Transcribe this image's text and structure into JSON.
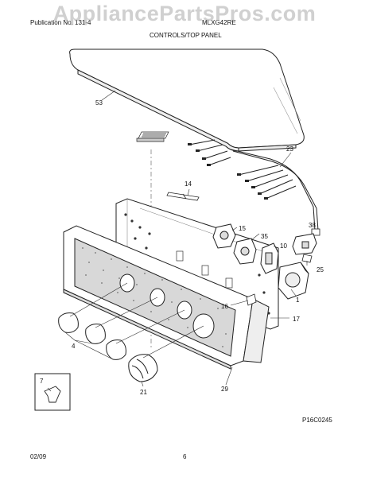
{
  "header": {
    "left_text": "Publication No. 131-4",
    "model_text": "MLXG42RE",
    "section_title": "CONTROLS/TOP PANEL"
  },
  "watermark": "AppliancePartsPros.com",
  "footer": {
    "date": "02/09",
    "page_number": "6",
    "diagram_code": "P16C0245"
  },
  "callouts": [
    {
      "id": "53",
      "label": "53"
    },
    {
      "id": "23",
      "label": "23"
    },
    {
      "id": "14",
      "label": "14"
    },
    {
      "id": "15",
      "label": "15"
    },
    {
      "id": "35",
      "label": "35"
    },
    {
      "id": "38",
      "label": "38"
    },
    {
      "id": "10",
      "label": "10"
    },
    {
      "id": "25",
      "label": "25"
    },
    {
      "id": "1",
      "label": "1"
    },
    {
      "id": "16",
      "label": "16"
    },
    {
      "id": "17",
      "label": "17"
    },
    {
      "id": "4",
      "label": "4"
    },
    {
      "id": "29",
      "label": "29"
    },
    {
      "id": "7",
      "label": "7"
    },
    {
      "id": "21",
      "label": "21"
    }
  ]
}
